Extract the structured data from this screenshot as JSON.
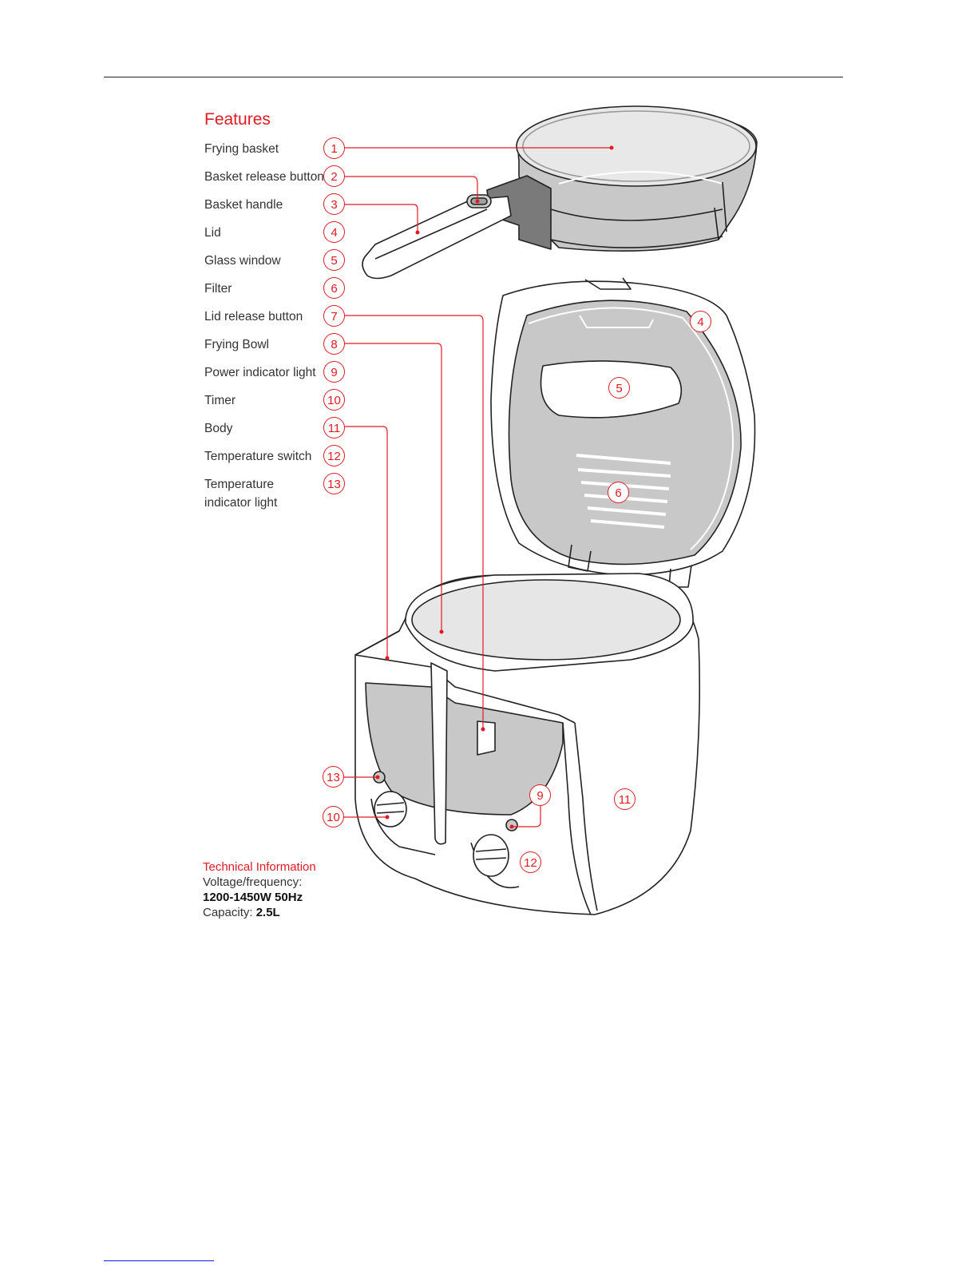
{
  "features": {
    "title": "Features",
    "items": [
      {
        "num": "1",
        "label": "Frying basket"
      },
      {
        "num": "2",
        "label": "Basket release button"
      },
      {
        "num": "3",
        "label": "Basket handle"
      },
      {
        "num": "4",
        "label": "Lid"
      },
      {
        "num": "5",
        "label": "Glass window"
      },
      {
        "num": "6",
        "label": "Filter"
      },
      {
        "num": "7",
        "label": "Lid release button"
      },
      {
        "num": "8",
        "label": "Frying Bowl"
      },
      {
        "num": "9",
        "label": "Power indicator light"
      },
      {
        "num": "10",
        "label": "Timer"
      },
      {
        "num": "11",
        "label": "Body"
      },
      {
        "num": "12",
        "label": "Temperature switch"
      },
      {
        "num": "13",
        "label": "Temperature indicator light"
      }
    ]
  },
  "diagram_callouts": [
    "4",
    "5",
    "6",
    "9",
    "11",
    "12",
    "13",
    "10"
  ],
  "technical": {
    "title": "Technical Information",
    "voltage_label": "Voltage/frequency:",
    "voltage_value": "1200-1450W 50Hz",
    "capacity_label": "Capacity:",
    "capacity_value": "2.5L"
  },
  "colors": {
    "accent": "#e11b22",
    "gray_fill": "#c8c8c8",
    "light_fill": "#e6e6e6"
  }
}
